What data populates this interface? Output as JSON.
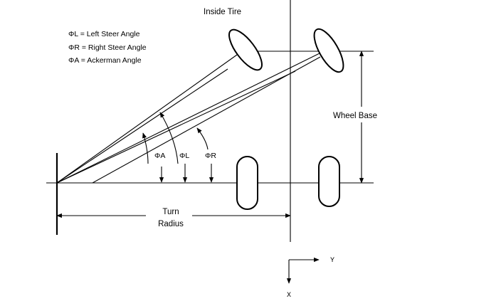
{
  "legend": {
    "left_steer": "ΦL = Left Steer Angle",
    "right_steer": "ΦR = Right Steer Angle",
    "ackerman": "ΦA = Ackerman Angle"
  },
  "labels": {
    "inside_tire": "Inside Tire",
    "wheel_base": "Wheel Base",
    "turn_radius_line1": "Turn",
    "turn_radius_line2": "Radius",
    "angle_a": "ΦA",
    "angle_l": "ΦL",
    "angle_r": "ΦR"
  },
  "axes": {
    "y_label": "Y",
    "x_label": "X"
  }
}
